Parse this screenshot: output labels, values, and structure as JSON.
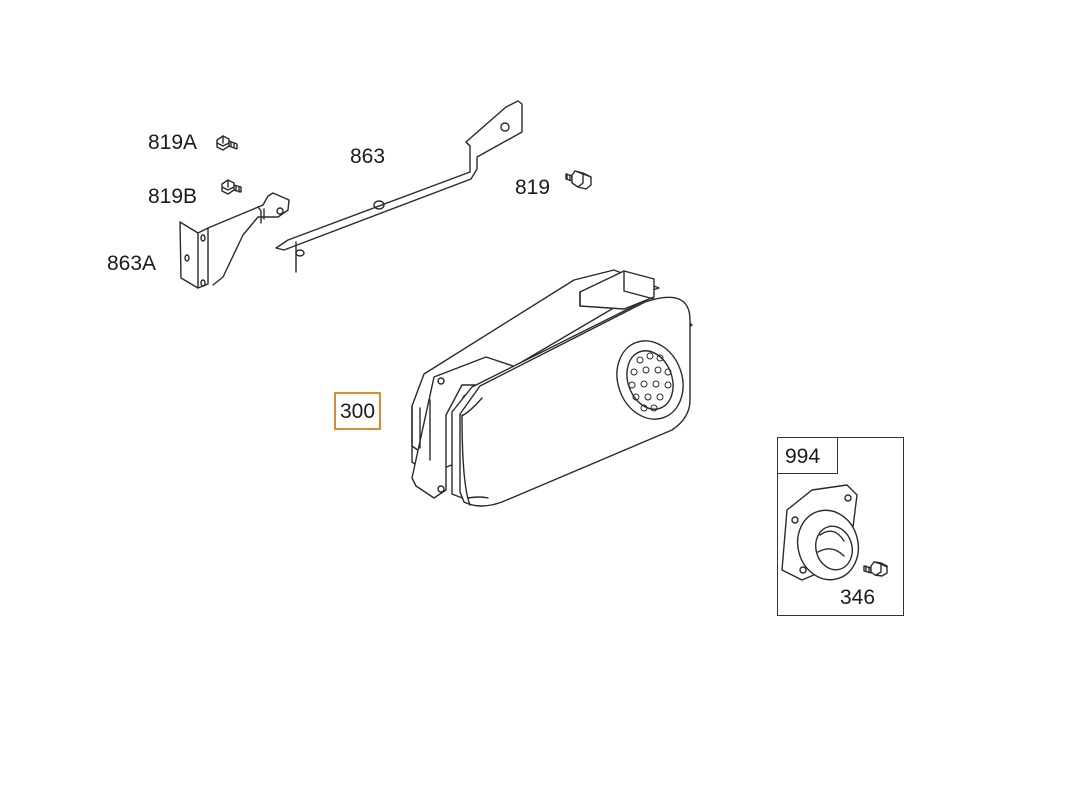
{
  "diagram": {
    "callouts": {
      "p819A": "819A",
      "p819B": "819B",
      "p863": "863",
      "p819": "819",
      "p863A": "863A",
      "p300": "300",
      "p994": "994",
      "p346": "346"
    },
    "colors": {
      "line": "#2a2a2a",
      "highlight": "#e08a2e"
    }
  }
}
